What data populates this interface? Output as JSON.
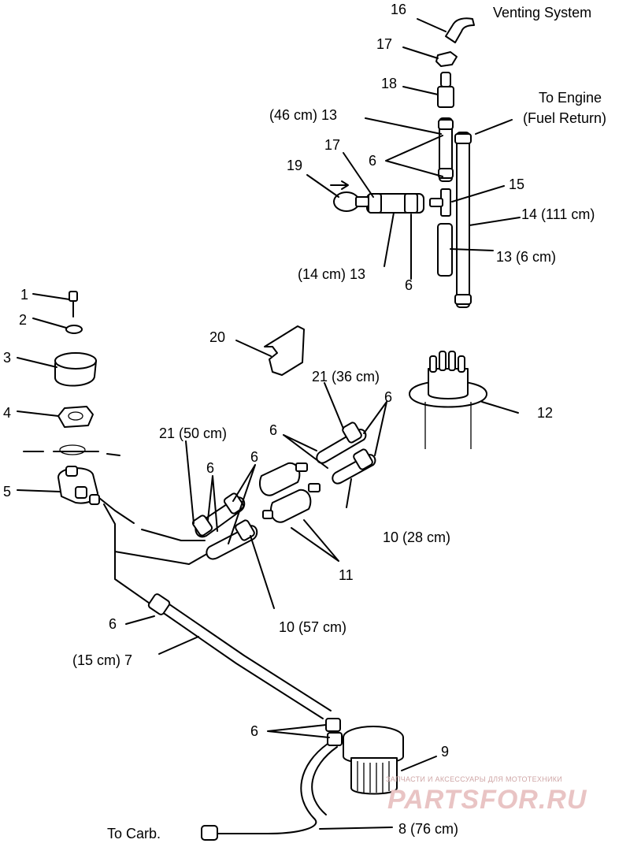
{
  "labels": {
    "l16": "16",
    "venting": "Venting System",
    "l17a": "17",
    "l18": "18",
    "to_engine_1": "To Engine",
    "to_engine_2": "(Fuel Return)",
    "l13_46": "(46 cm) 13",
    "l17b": "17",
    "l6a": "6",
    "l19": "19",
    "l15": "15",
    "l14_111": "14 (111 cm)",
    "l13_6": "13 (6 cm)",
    "l13_14": "(14 cm) 13",
    "l6b": "6",
    "l1": "1",
    "l2": "2",
    "l3": "3",
    "l4": "4",
    "l5": "5",
    "l20": "20",
    "l21_36": "21 (36 cm)",
    "l6c": "6",
    "l12": "12",
    "l6d": "6",
    "l21_50": "21 (50 cm)",
    "l6e": "6",
    "l6f": "6",
    "l10_28": "10 (28 cm)",
    "l11": "11",
    "l10_57": "10 (57 cm)",
    "l6g": "6",
    "l15cm7": "(15 cm) 7",
    "l6h": "6",
    "l9": "9",
    "to_carb": "To Carb.",
    "l8_76": "8 (76 cm)"
  },
  "watermark": {
    "line1": "ЗАПЧАСТИ И АКСЕССУАРЫ ДЛЯ МОТОТЕХНИКИ",
    "line2": "PARTSFOR.RU"
  },
  "colors": {
    "ink": "#000000",
    "background": "#ffffff",
    "watermark": "#e9c4c4"
  }
}
